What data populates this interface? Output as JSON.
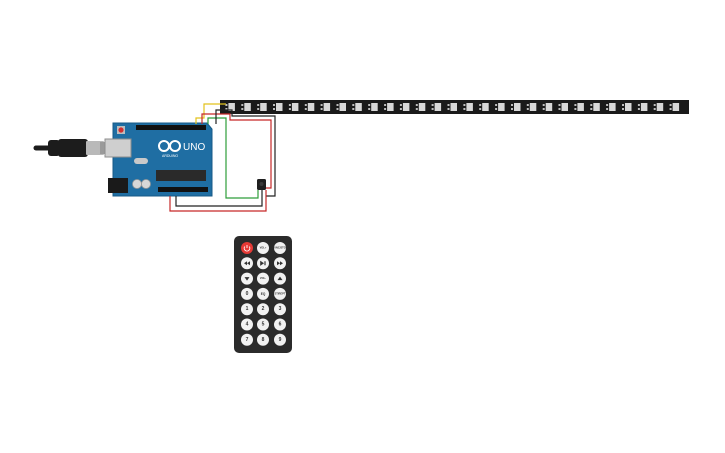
{
  "arduino": {
    "logo_text": "UNO",
    "brand_text": "ARDUINO"
  },
  "led_strip": {
    "led_count": 29
  },
  "remote": {
    "buttons": [
      {
        "label": "",
        "icon": "power-icon",
        "style": "power"
      },
      {
        "label": "VOL+",
        "icon": "",
        "style": "normal"
      },
      {
        "label": "FUNC/STOP",
        "icon": "",
        "style": "normal"
      },
      {
        "label": "",
        "icon": "rewind-icon",
        "style": "normal"
      },
      {
        "label": "",
        "icon": "play-pause-icon",
        "style": "normal"
      },
      {
        "label": "",
        "icon": "fast-forward-icon",
        "style": "normal"
      },
      {
        "label": "",
        "icon": "down-icon",
        "style": "normal"
      },
      {
        "label": "VOL-",
        "icon": "",
        "style": "normal"
      },
      {
        "label": "",
        "icon": "up-icon",
        "style": "normal"
      },
      {
        "label": "0",
        "icon": "",
        "style": "number"
      },
      {
        "label": "EQ",
        "icon": "",
        "style": "number"
      },
      {
        "label": "ST/REPT",
        "icon": "",
        "style": "number"
      },
      {
        "label": "1",
        "icon": "",
        "style": "number"
      },
      {
        "label": "2",
        "icon": "",
        "style": "number"
      },
      {
        "label": "3",
        "icon": "",
        "style": "number"
      },
      {
        "label": "4",
        "icon": "",
        "style": "number"
      },
      {
        "label": "5",
        "icon": "",
        "style": "number"
      },
      {
        "label": "6",
        "icon": "",
        "style": "number"
      },
      {
        "label": "7",
        "icon": "",
        "style": "number"
      },
      {
        "label": "8",
        "icon": "",
        "style": "number"
      },
      {
        "label": "9",
        "icon": "",
        "style": "number"
      }
    ]
  },
  "colors": {
    "arduino_board": "#1f6ea3",
    "arduino_board_dark": "#175a87",
    "led_strip": "#1a1a1a",
    "led_chip": "#d8d8d8",
    "remote_body": "#2b2b2b",
    "remote_button": "#f2f2f2",
    "remote_power": "#e53935",
    "wire_red": "#c62828",
    "wire_black": "#222222",
    "wire_green": "#2e9e3a",
    "wire_yellow": "#e2c21c",
    "usb_cable": "#1c1c1c",
    "usb_connector": "#b9b9b9"
  }
}
